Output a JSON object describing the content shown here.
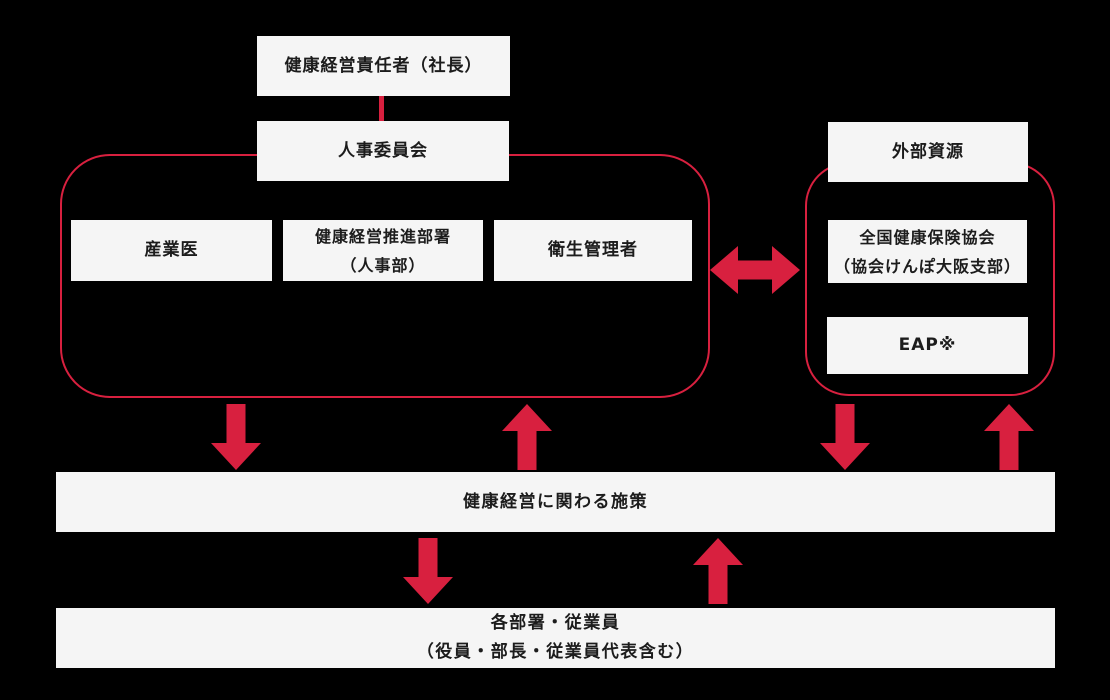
{
  "colors": {
    "background": "#000000",
    "box_fill": "#f5f5f5",
    "accent_red": "#d8203f",
    "text": "#1c1c1c"
  },
  "org_chart": {
    "ceo_box": "健康経営責任者（社長）",
    "hr_committee_box": "人事委員会",
    "internal_group": {
      "occupational_physician_box": "産業医",
      "promotion_dept_box_line1": "健康経営推進部署",
      "promotion_dept_box_line2": "（人事部）",
      "sanitation_manager_box": "衛生管理者"
    },
    "external_group": {
      "external_resources_box": "外部資源",
      "insurance_association_box_line1": "全国健康保険協会",
      "insurance_association_box_line2": "（協会けんぽ大阪支部）",
      "eap_box": "EAP※"
    },
    "measures_bar": "健康経営に関わる施策",
    "employees_bar_line1": "各部署・従業員",
    "employees_bar_line2": "（役員・部長・従業員代表含む）"
  }
}
